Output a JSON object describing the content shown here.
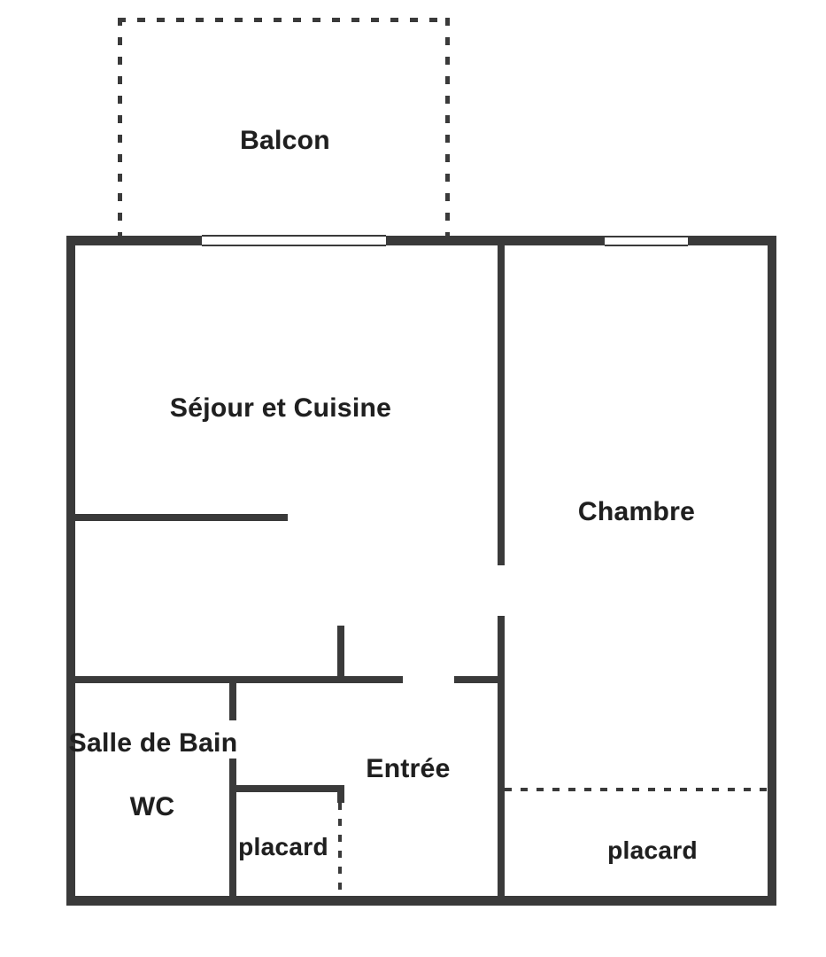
{
  "rooms": {
    "balcon": {
      "label": "Balcon"
    },
    "sejour_cuisine": {
      "label": "Séjour et Cuisine"
    },
    "chambre": {
      "label": "Chambre"
    },
    "salle_de_bain": {
      "label": "Salle de Bain"
    },
    "wc": {
      "label": "WC"
    },
    "placard_entree": {
      "label": "placard"
    },
    "entree": {
      "label": "Entrée"
    },
    "placard_chambre": {
      "label": "placard"
    }
  },
  "colors": {
    "wall": "#3a3a3a",
    "paper": "#ffffff",
    "text": "#1f1f1f"
  }
}
